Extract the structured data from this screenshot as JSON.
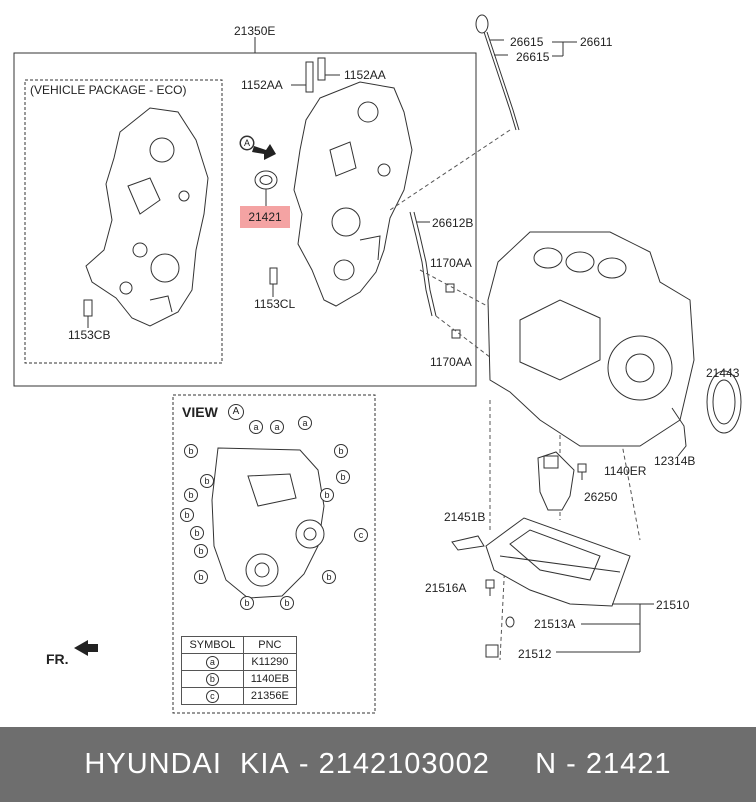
{
  "labels": {
    "main_box": "21350E",
    "eco_package": "(VEHICLE PACKAGE - ECO)",
    "bolt_left": "1152AA",
    "bolt_right": "1152AA",
    "seal_highlight": "21421",
    "stud_eco": "1153CB",
    "stud": "1153CL",
    "dipstick_top_a": "26615",
    "dipstick_top_b": "26615",
    "dipstick_assy": "26611",
    "guide_tube": "26612B",
    "bolt_a1": "1170AA",
    "bolt_a2": "1170AA",
    "rear_seal": "21443",
    "rear_bracket": "12314B",
    "bolt_e": "1140ER",
    "strainer": "26250",
    "gasket": "21451B",
    "bolt_pan": "21516A",
    "oil_pan": "21510",
    "washer": "21513A",
    "drain_plug": "21512",
    "view_prefix": "VIEW",
    "view_letter": "A",
    "arrow_letter": "A",
    "front": "FR."
  },
  "symbol_table": {
    "header_symbol": "SYMBOL",
    "header_pnc": "PNC",
    "rows": [
      {
        "symbol": "a",
        "pnc": "K11290"
      },
      {
        "symbol": "b",
        "pnc": "1140EB"
      },
      {
        "symbol": "c",
        "pnc": "21356E"
      }
    ]
  },
  "view_markers": {
    "a": "a",
    "b": "b",
    "c": "c"
  },
  "footer": {
    "brand": "HYUNDAI  KIA",
    "sep1": " - ",
    "part_number": "2142103002",
    "gap": "     ",
    "n_label": "N",
    "sep2": " - ",
    "n_value": "21421"
  },
  "colors": {
    "highlight": "#f4a3a3",
    "footer_bg": "#6e6e6e",
    "line": "#333333"
  }
}
